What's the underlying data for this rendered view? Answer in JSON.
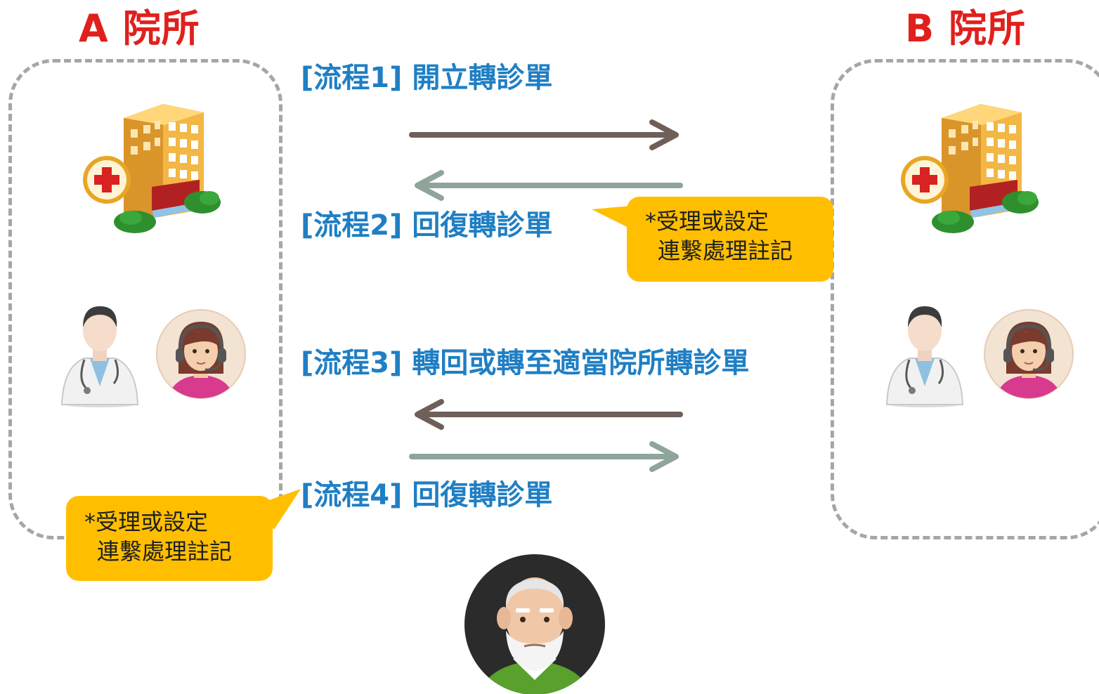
{
  "colors": {
    "title_red": "#e0201c",
    "step_blue": "#1f7fc4",
    "arrow_brown": "#6e5f59",
    "arrow_grey_green": "#8fa49a",
    "callout_yellow": "#ffbf00",
    "dashed_border": "#a6a6a6"
  },
  "clinics": {
    "a": {
      "title": "A 院所"
    },
    "b": {
      "title": "B 院所"
    }
  },
  "steps": {
    "step1": "[流程1] 開立轉診單",
    "step2": "[流程2] 回復轉診單",
    "step3": "[流程3] 轉回或轉至適當院所轉診單",
    "step4": "[流程4] 回復轉診單"
  },
  "callouts": {
    "right": {
      "line1": "*受理或設定",
      "line2": "連繫處理註記"
    },
    "left": {
      "line1": "*受理或設定",
      "line2": "連繫處理註記"
    }
  },
  "icons": {
    "hospital": "hospital-icon",
    "doctor": "doctor-icon",
    "operator": "operator-headset-icon",
    "patient": "elderly-patient-icon"
  }
}
